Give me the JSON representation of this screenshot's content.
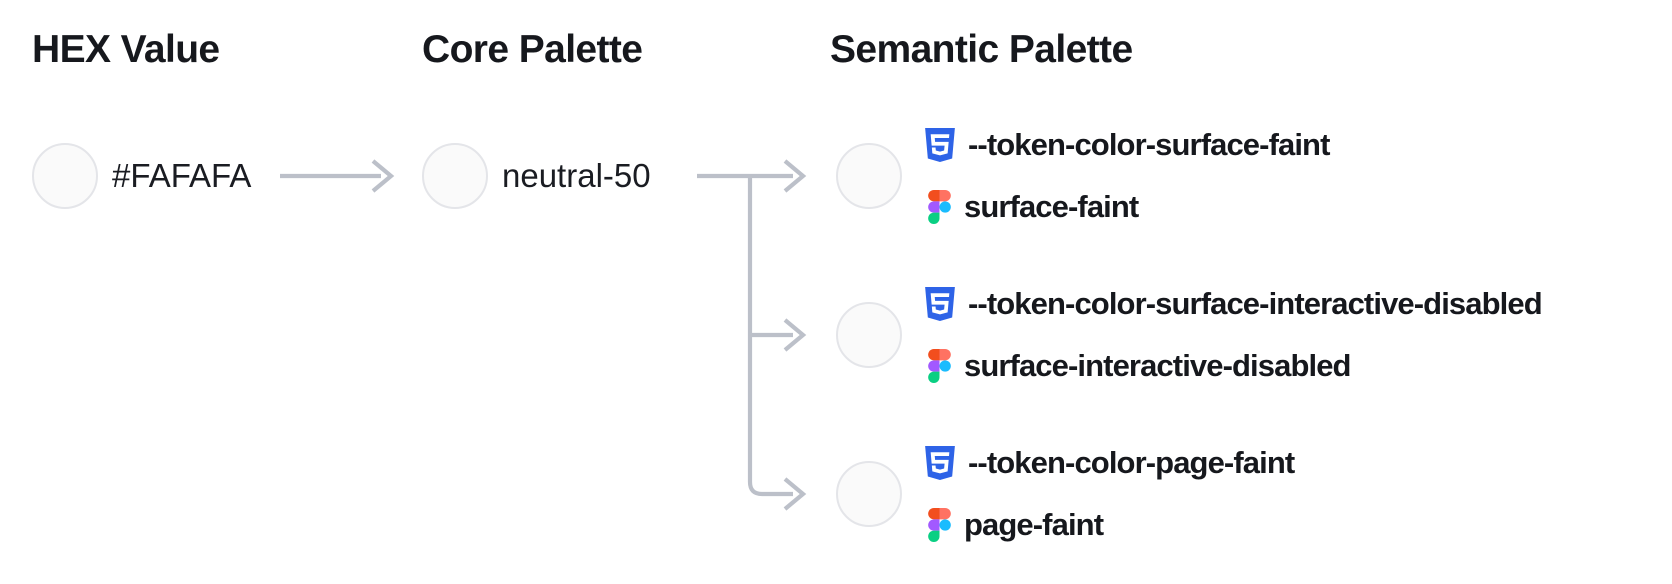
{
  "diagram": {
    "columns": {
      "hex": {
        "title": "HEX Value"
      },
      "core": {
        "title": "Core Palette"
      },
      "semantic": {
        "title": "Semantic Palette"
      }
    },
    "hex": {
      "value": "#FAFAFA"
    },
    "core": {
      "name": "neutral-50"
    },
    "semantic_tokens": [
      {
        "css_variable": "--token-color-surface-faint",
        "figma_style": "surface-faint"
      },
      {
        "css_variable": "--token-color-surface-interactive-disabled",
        "figma_style": "surface-interactive-disabled"
      },
      {
        "css_variable": "--token-color-page-faint",
        "figma_style": "page-faint"
      }
    ],
    "swatch_color": "#FAFAFA"
  },
  "colors": {
    "swatch_fill": "#FAFAFA",
    "swatch_border": "#E4E5E9",
    "connector": "#BCC0C9",
    "text": "#16181D",
    "css_icon_blue": "#2E63E7",
    "figma_red": "#F24E1E",
    "figma_salmon": "#FF7262",
    "figma_purple": "#A259FF",
    "figma_blue": "#1ABCFE",
    "figma_green": "#0ACF83"
  },
  "icons": {
    "css": "css3-shield-icon",
    "figma": "figma-logo-icon",
    "arrow": "arrow-right-icon"
  }
}
